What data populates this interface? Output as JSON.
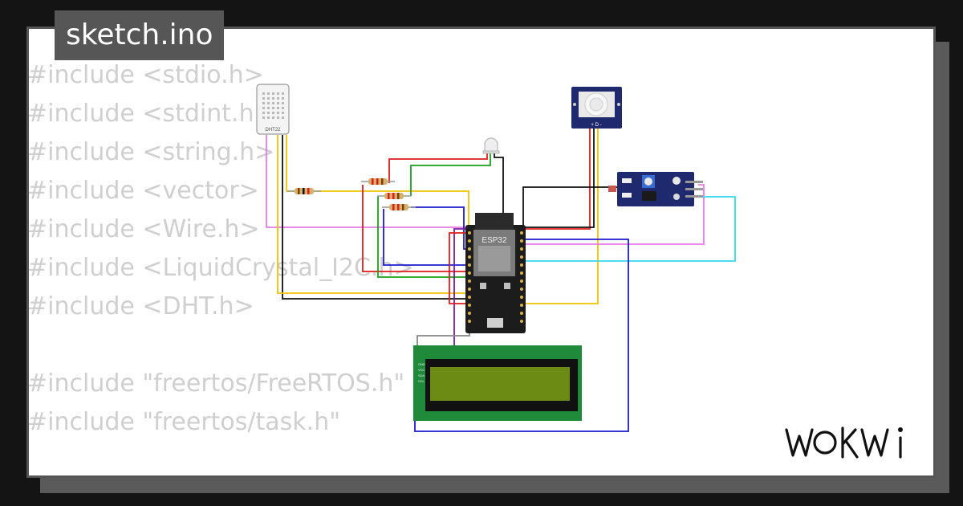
{
  "file_tab": {
    "title": "sketch.ino"
  },
  "code_lines": [
    "#include <stdio.h>",
    "#include <stdint.h>",
    "#include <string.h>",
    "#include <vector>",
    "#include <Wire.h>",
    "#include <LiquidCrystal_I2C.h>",
    "#include <DHT.h>",
    "",
    "#include \"freertos/FreeRTOS.h\"",
    "#include \"freertos/task.h\""
  ],
  "components": {
    "dht_label": "DHT22",
    "esp32_label": "ESP32",
    "pir_label": "+ D -",
    "lcd_pins": [
      "GND",
      "VCC",
      "SDA",
      "SCL"
    ]
  },
  "brand": {
    "logo_text": "WOKWI"
  },
  "colors": {
    "background": "#141414",
    "card": "#ffffff",
    "tab": "#565656",
    "code_text": "#cfcfcf",
    "wire_red": "#e11b1b",
    "wire_black": "#111111",
    "wire_yellow": "#f2c100",
    "wire_green": "#1aa01a",
    "wire_blue": "#1b1bd1",
    "wire_magenta": "#e87be8",
    "wire_cyan": "#35d8ef",
    "lcd_board": "#1f8a3a",
    "lcd_screen": "#6b8b14"
  }
}
